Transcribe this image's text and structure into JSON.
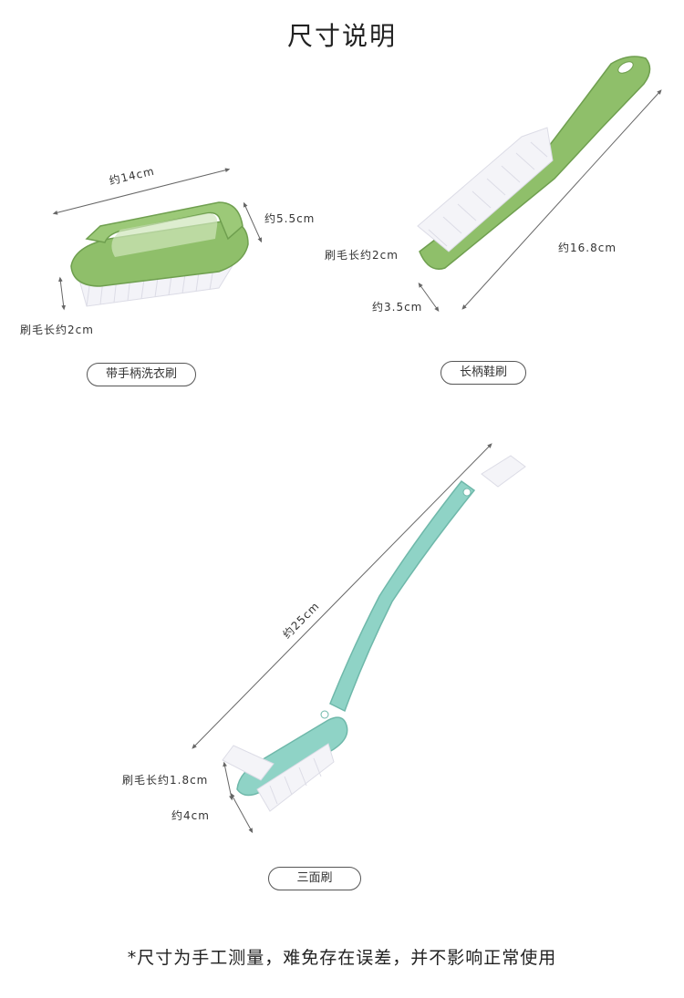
{
  "header": {
    "title": "尺寸说明"
  },
  "products": [
    {
      "name": "带手柄洗衣刷",
      "dims": {
        "length": "约14cm",
        "height": "约5.5cm",
        "bristle": "刷毛长约2cm"
      }
    },
    {
      "name": "长柄鞋刷",
      "dims": {
        "length": "约16.8cm",
        "width": "约3.5cm",
        "bristle": "刷毛长约2cm"
      }
    },
    {
      "name": "三面刷",
      "dims": {
        "length": "约25cm",
        "width": "约4cm",
        "bristle": "刷毛长约1.8cm"
      }
    }
  ],
  "colors": {
    "green_brush": "#8fbf6a",
    "teal_brush": "#8fd3c6",
    "bristle": "#f4f4f8"
  },
  "footer": {
    "note": "*尺寸为手工测量，难免存在误差，并不影响正常使用"
  }
}
